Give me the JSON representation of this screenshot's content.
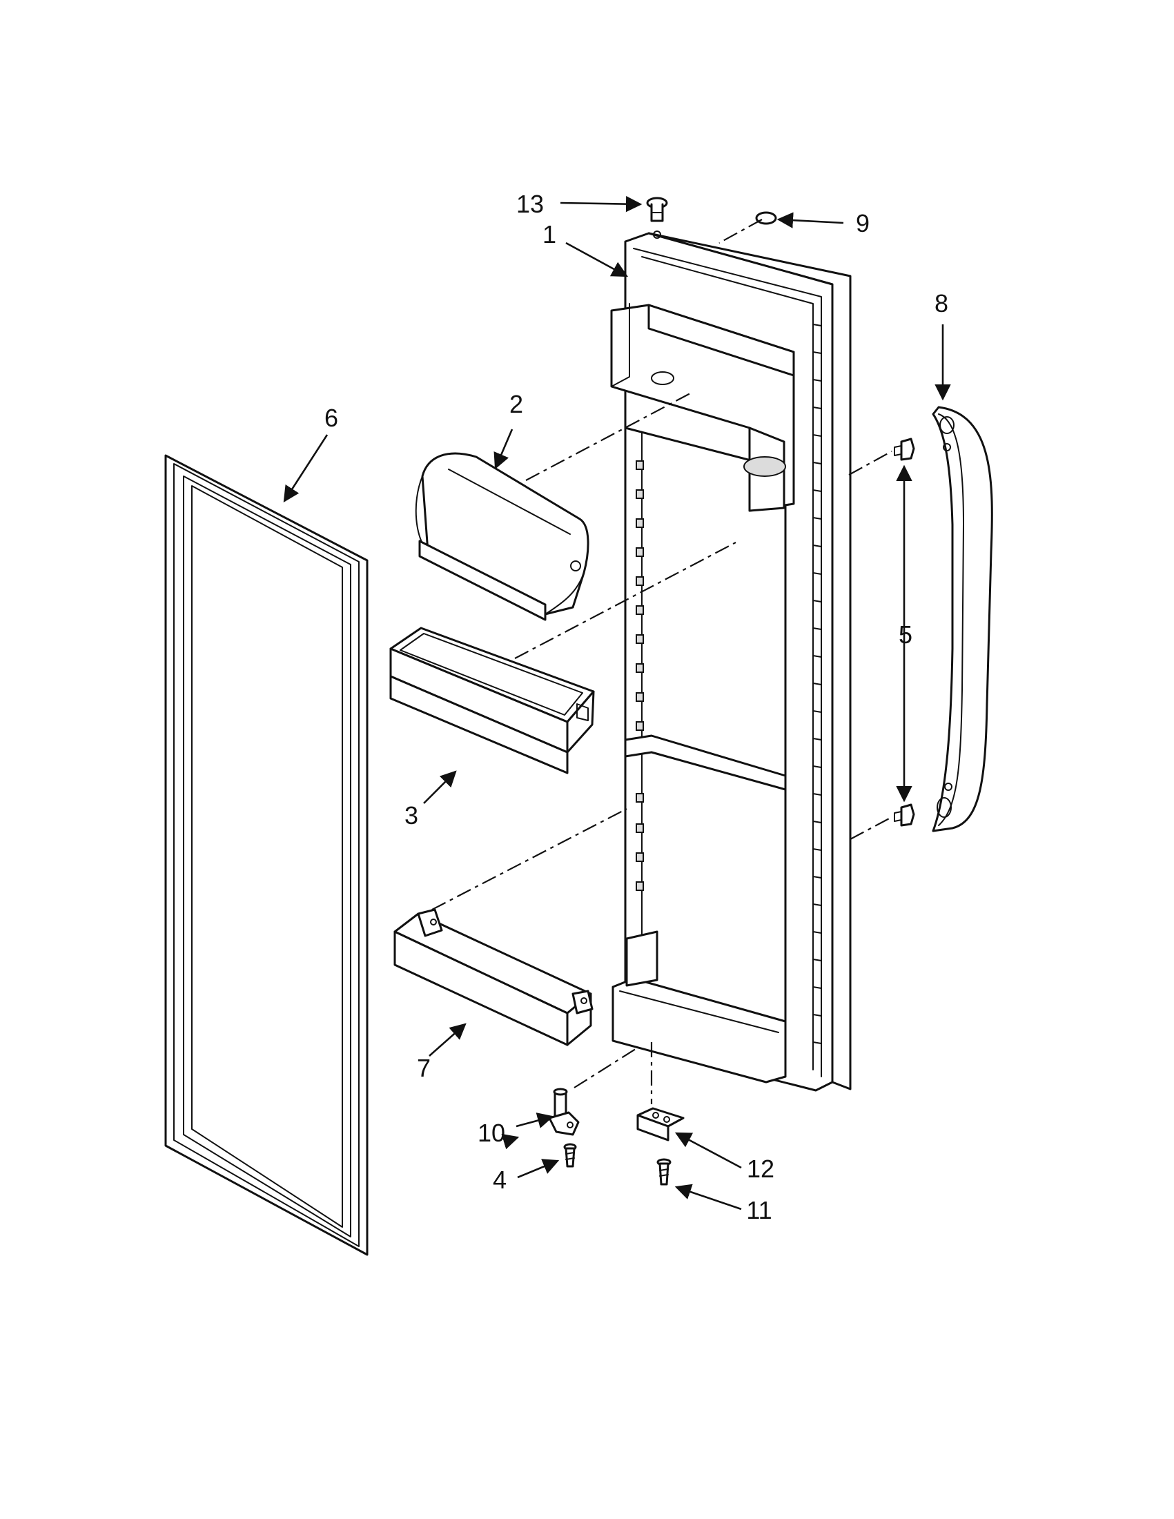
{
  "figure": {
    "accent_color": "#111111",
    "background_color": "#ffffff"
  },
  "callouts": [
    {
      "id": "13",
      "label": "13"
    },
    {
      "id": "1",
      "label": "1"
    },
    {
      "id": "9",
      "label": "9"
    },
    {
      "id": "8",
      "label": "8"
    },
    {
      "id": "6",
      "label": "6"
    },
    {
      "id": "2",
      "label": "2"
    },
    {
      "id": "5",
      "label": "5"
    },
    {
      "id": "3",
      "label": "3"
    },
    {
      "id": "7",
      "label": "7"
    },
    {
      "id": "10",
      "label": "10"
    },
    {
      "id": "4",
      "label": "4"
    },
    {
      "id": "12",
      "label": "12"
    },
    {
      "id": "11",
      "label": "11"
    }
  ]
}
